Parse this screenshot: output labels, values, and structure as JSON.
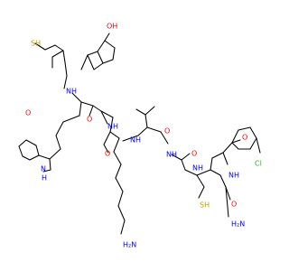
{
  "colors": {
    "bond": "#000000",
    "oxygen": "#ff0000",
    "nitrogen": "#0000ff",
    "sulfur": "#b8a200",
    "chlorine": "#1fbf1f"
  },
  "atom_labels": [
    {
      "id": "sh1",
      "text": "SH",
      "element": "sulfur"
    },
    {
      "id": "oh1",
      "text": "OH",
      "element": "oxygen"
    },
    {
      "id": "nh1",
      "text": "NH",
      "element": "nitrogen"
    },
    {
      "id": "o1",
      "text": "O",
      "element": "oxygen"
    },
    {
      "id": "o2",
      "text": "O",
      "element": "oxygen"
    },
    {
      "id": "nh2",
      "text": "NH",
      "element": "nitrogen"
    },
    {
      "id": "nh_indole",
      "text": "H",
      "element": "nitrogen"
    },
    {
      "id": "n_indole",
      "text": "N",
      "element": "nitrogen"
    },
    {
      "id": "o3",
      "text": "O",
      "element": "oxygen"
    },
    {
      "id": "nh3",
      "text": "NH",
      "element": "nitrogen"
    },
    {
      "id": "o4",
      "text": "O",
      "element": "oxygen"
    },
    {
      "id": "nh4",
      "text": "NH",
      "element": "nitrogen"
    },
    {
      "id": "o5",
      "text": "O",
      "element": "oxygen"
    },
    {
      "id": "nh5",
      "text": "NH",
      "element": "nitrogen"
    },
    {
      "id": "o6",
      "text": "O",
      "element": "oxygen"
    },
    {
      "id": "nh6",
      "text": "NH",
      "element": "nitrogen"
    },
    {
      "id": "sh2",
      "text": "SH",
      "element": "sulfur"
    },
    {
      "id": "cl1",
      "text": "Cl",
      "element": "chlorine"
    },
    {
      "id": "o7",
      "text": "O",
      "element": "oxygen"
    },
    {
      "id": "nh2_amine",
      "text": "H₂N",
      "element": "nitrogen"
    },
    {
      "id": "nh2_amide",
      "text": "H₂N",
      "element": "nitrogen"
    }
  ]
}
